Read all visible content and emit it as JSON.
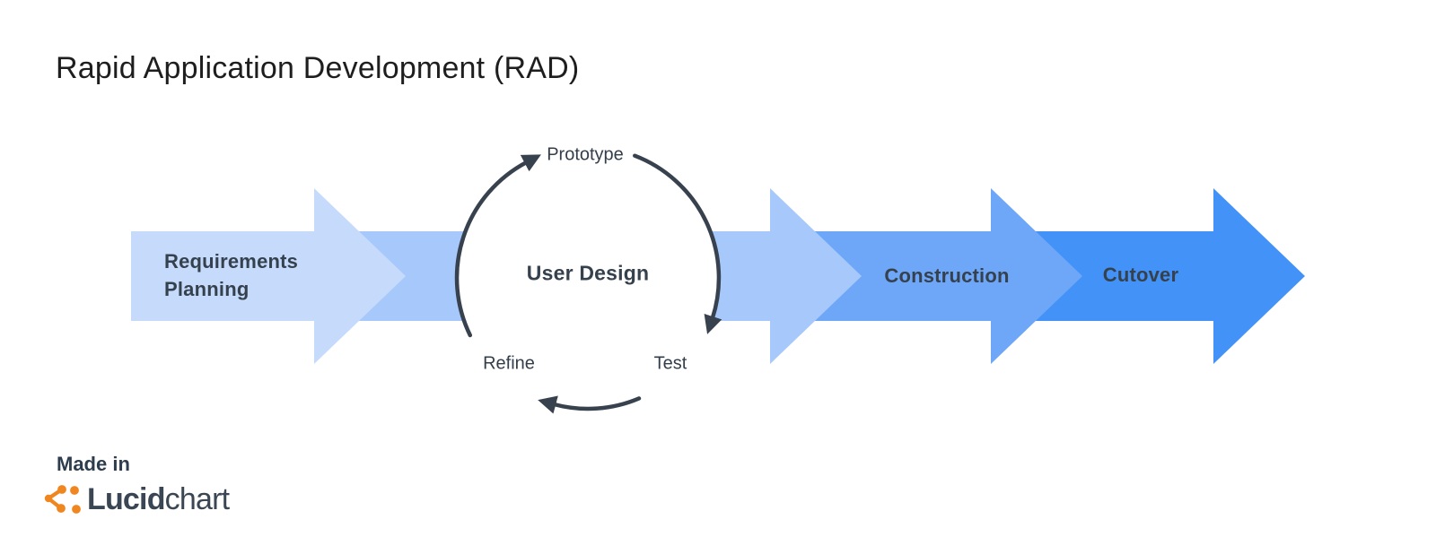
{
  "title": "Rapid Application Development (RAD)",
  "diagram": {
    "stages": [
      {
        "label": "Requirements Planning",
        "label_lines": [
          "Requirements",
          "Planning"
        ],
        "color": "#c6dbfc"
      },
      {
        "label": "User Design",
        "color": "#a6c8fb"
      },
      {
        "label": "Construction",
        "color": "#6ea7f8"
      },
      {
        "label": "Cutover",
        "color": "#4392f7"
      }
    ],
    "cycle": {
      "center_label": "User Design",
      "labels": [
        "Prototype",
        "Test",
        "Refine"
      ],
      "stroke_color": "#38424e"
    }
  },
  "attribution": {
    "made_in": "Made in",
    "brand_bold": "Lucid",
    "brand_regular": "chart",
    "brand_mark_color": "#f0861f"
  }
}
